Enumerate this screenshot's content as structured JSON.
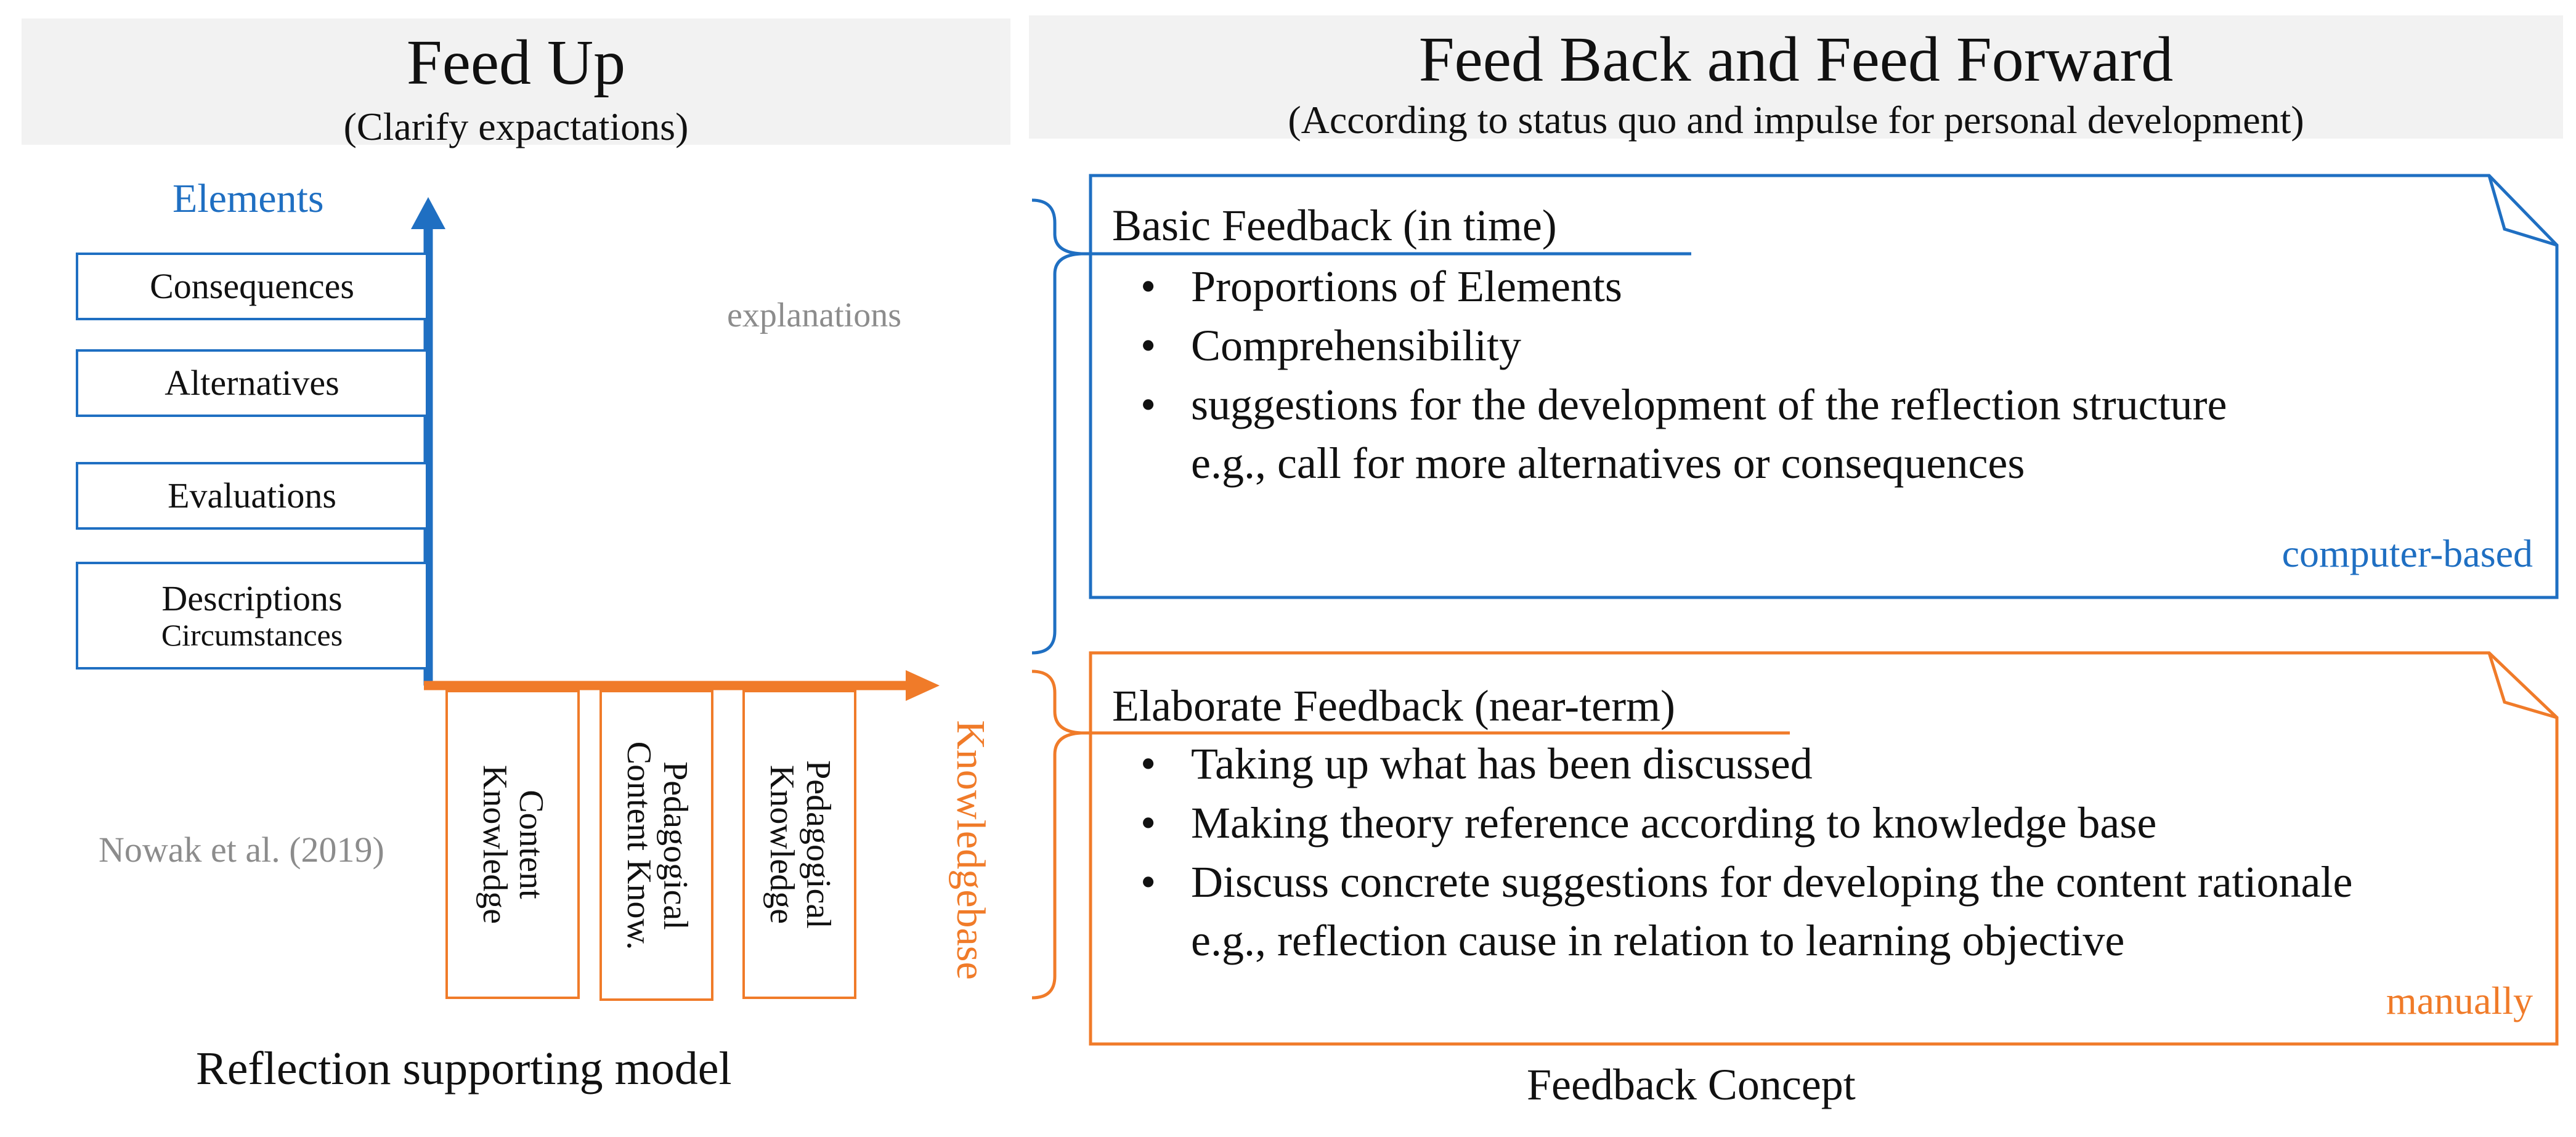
{
  "left_header": {
    "title": "Feed Up",
    "subtitle": "(Clarify expactations)"
  },
  "right_header": {
    "title": "Feed Back and Feed Forward",
    "subtitle": "(According to status quo and impulse for personal development)"
  },
  "model": {
    "y_axis_label": "Elements",
    "x_axis_label": "Knowledgebase",
    "explanations_label": "explanations",
    "citation": "Nowak et al. (2019)",
    "caption": "Reflection supporting model",
    "elements": [
      {
        "label": "Consequences"
      },
      {
        "label": "Alternatives"
      },
      {
        "label": "Evaluations"
      },
      {
        "label": "Descriptions",
        "sub": "Circumstances"
      }
    ],
    "knowledge": [
      {
        "line1": "Content",
        "line2": "Knowledge"
      },
      {
        "line1": "Pedagogical",
        "line2": "Content Know."
      },
      {
        "line1": "Pedagogical",
        "line2": "Knowledge"
      }
    ]
  },
  "feedback": {
    "caption": "Feedback Concept",
    "basic": {
      "title": "Basic Feedback (in time)",
      "items": [
        "Proportions of Elements",
        "Comprehensibility",
        "suggestions for the development of the reflection structure"
      ],
      "continuation": "e.g., call for more alternatives or consequences",
      "tag": "computer-based"
    },
    "elaborate": {
      "title": "Elaborate Feedback (near-term)",
      "items": [
        "Taking up what has been discussed",
        "Making theory reference according to knowledge base",
        "Discuss concrete suggestions for developing the content rationale"
      ],
      "continuation": "e.g., reflection cause in relation to learning objective",
      "tag": "manually"
    }
  },
  "colors": {
    "blue": "#1f6fc2",
    "orange": "#f07b29",
    "gray_text": "#8c8c8c",
    "header_bg": "#f2f2f2"
  }
}
